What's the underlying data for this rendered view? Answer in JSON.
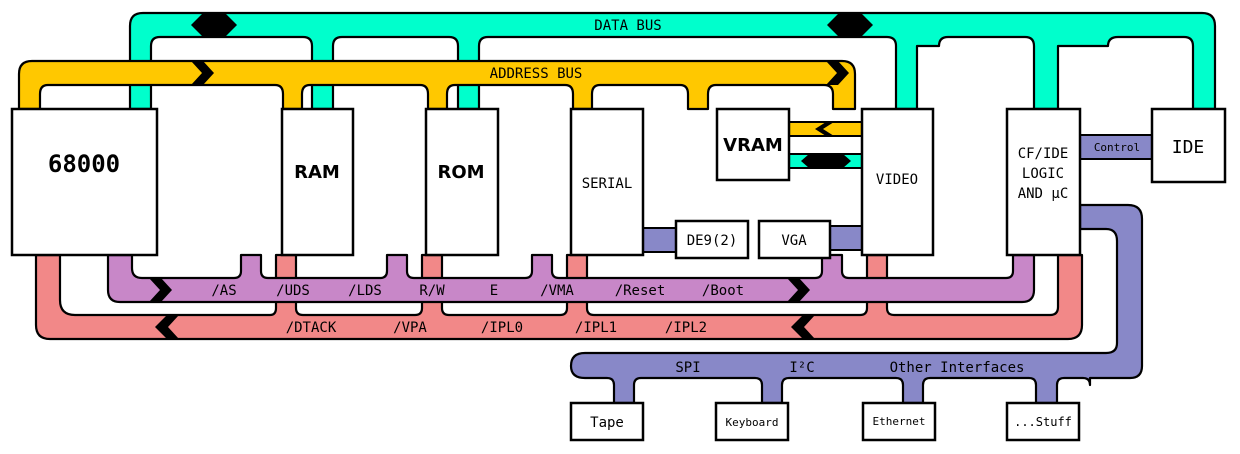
{
  "colors": {
    "data_bus": "#00ffcc",
    "address_bus": "#ffc800",
    "control_bus": "#c887c8",
    "interrupt_bus": "#f28888",
    "peripheral_bus": "#8888c8",
    "outline": "#000000",
    "box_fill": "#ffffff"
  },
  "buses": {
    "data": {
      "label": "DATA BUS"
    },
    "address": {
      "label": "ADDRESS BUS"
    },
    "control": {
      "signals": [
        "/AS",
        "/UDS",
        "/LDS",
        "R/W",
        "E",
        "/VMA",
        "/Reset",
        "/Boot"
      ]
    },
    "interrupt": {
      "signals": [
        "/DTACK",
        "/VPA",
        "/IPL0",
        "/IPL1",
        "/IPL2"
      ]
    },
    "peripheral": {
      "signals": [
        "SPI",
        "I²C",
        "Other Interfaces"
      ]
    },
    "ide_control": {
      "label": "Control"
    }
  },
  "components": {
    "cpu": "68000",
    "ram": "RAM",
    "rom": "ROM",
    "serial": "SERIAL",
    "vram": "VRAM",
    "video": "VIDEO",
    "cfide": [
      "CF/IDE",
      "LOGIC",
      "AND µC"
    ],
    "ide": "IDE",
    "de9": "DE9(2)",
    "vga": "VGA"
  },
  "peripherals": [
    "Tape",
    "Keyboard",
    "Ethernet",
    "...Stuff"
  ]
}
